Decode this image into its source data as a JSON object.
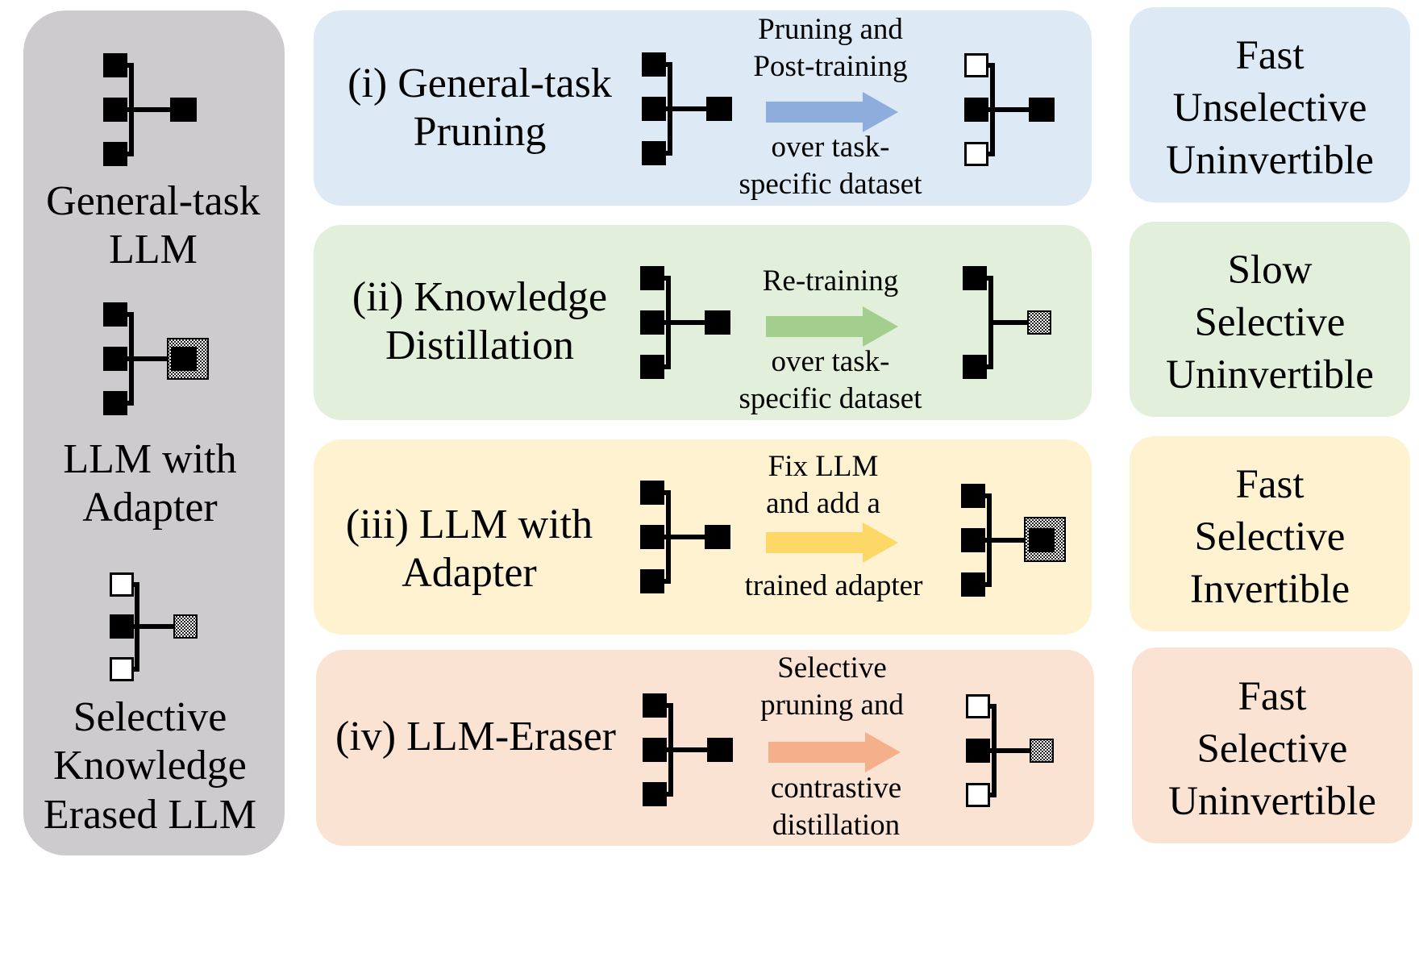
{
  "colors": {
    "left_panel": "#cdcbcd",
    "rows": [
      "#dde9f5",
      "#e2efdb",
      "#fef2d1",
      "#fbe3d4"
    ],
    "arrows": [
      "#8eacdc",
      "#a3ce8d",
      "#fed866",
      "#f3b08a"
    ]
  },
  "legend": {
    "items": [
      {
        "label_lines": [
          "General-task",
          "LLM"
        ],
        "icon": "full-llm-icon"
      },
      {
        "label_lines": [
          "LLM with",
          "Adapter"
        ],
        "icon": "llm-adapter-icon"
      },
      {
        "label_lines": [
          "Selective",
          "Knowledge",
          "Erased LLM"
        ],
        "icon": "erased-llm-icon"
      }
    ]
  },
  "methods": [
    {
      "label_lines": [
        "(i) General-task",
        "Pruning"
      ],
      "arrow_top_lines": [
        "Pruning and",
        "Post-training"
      ],
      "arrow_bottom_lines": [
        "over task-",
        "specific dataset"
      ],
      "properties": [
        "Fast",
        "Unselective",
        "Uninvertible"
      ]
    },
    {
      "label_lines": [
        "(ii) Knowledge",
        "Distillation"
      ],
      "arrow_top_lines": [
        "Re-training"
      ],
      "arrow_bottom_lines": [
        "over task-",
        "specific dataset"
      ],
      "properties": [
        "Slow",
        "Selective",
        "Uninvertible"
      ]
    },
    {
      "label_lines": [
        "(iii) LLM with",
        "Adapter"
      ],
      "arrow_top_lines": [
        "Fix LLM",
        "and add a"
      ],
      "arrow_bottom_lines": [
        "trained adapter"
      ],
      "properties": [
        "Fast",
        "Selective",
        "Invertible"
      ]
    },
    {
      "label_lines": [
        "(iv) LLM-Eraser"
      ],
      "arrow_top_lines": [
        "Selective",
        "pruning and"
      ],
      "arrow_bottom_lines": [
        "contrastive",
        "distillation"
      ],
      "properties": [
        "Fast",
        "Selective",
        "Uninvertible"
      ]
    }
  ]
}
